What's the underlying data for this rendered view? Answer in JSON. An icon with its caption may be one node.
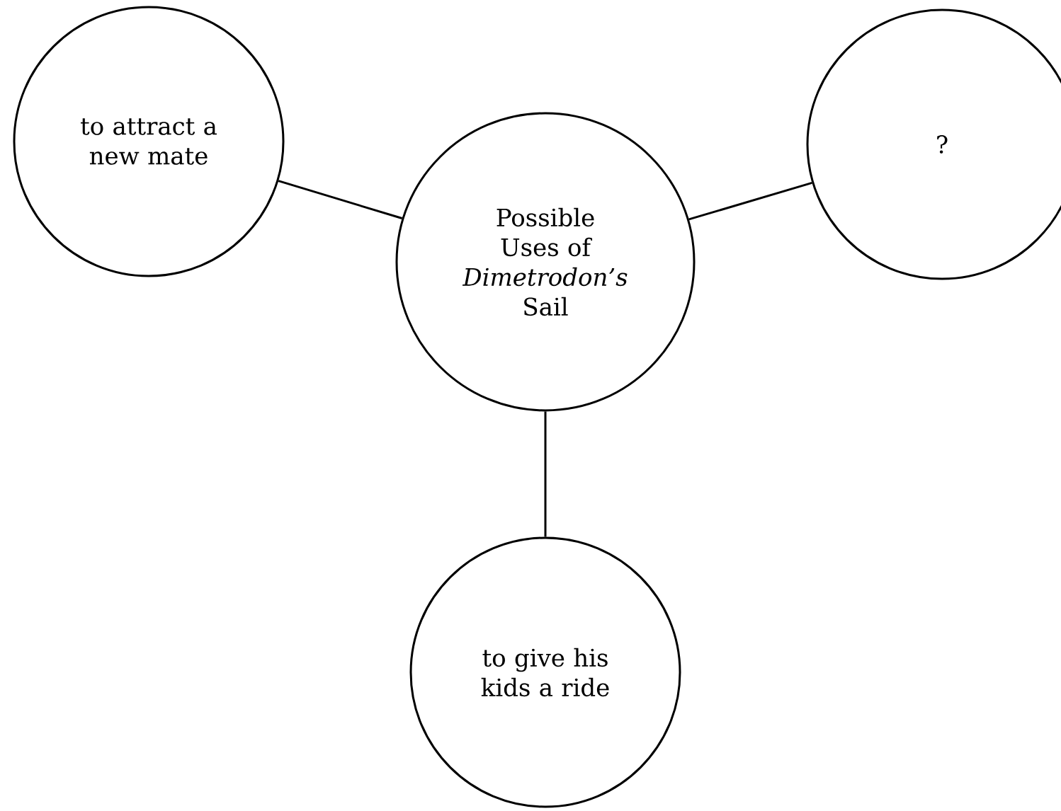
{
  "diagram": {
    "nodes": [
      {
        "text": [
          "to attract a new mate"
        ]
      },
      {
        "text": [
          "Possible Uses of *Dimetrodon’s* Sail"
        ]
      },
      {
        "text": [
          "?"
        ]
      },
      {
        "text": [
          "to give his kids a ride"
        ]
      }
    ],
    "edges": [
      {
        "from": 1,
        "to": 0,
        "arrow": "none"
      },
      {
        "from": 1,
        "to": 2,
        "arrow": "none"
      },
      {
        "from": 1,
        "to": 3,
        "arrow": "none"
      }
    ]
  }
}
